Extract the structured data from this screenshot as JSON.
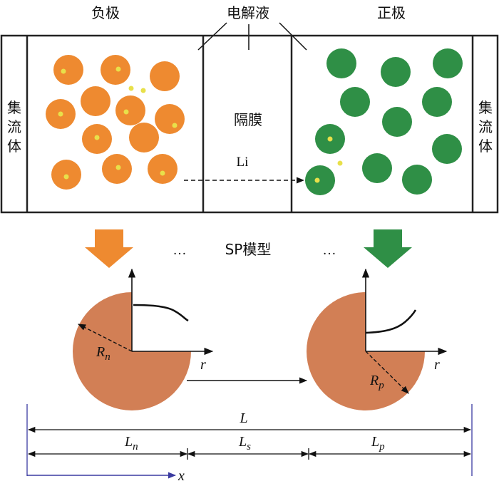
{
  "labels": {
    "negative_electrode": "负极",
    "electrolyte": "电解液",
    "positive_electrode": "正极",
    "current_collector": "集流体",
    "separator": "隔膜",
    "li": "Li",
    "sp_model": "SP模型",
    "ellipsis": "…"
  },
  "particle_labels": {
    "R": "R",
    "n": "n",
    "p": "p",
    "r": "r"
  },
  "dimensions": {
    "L": "L",
    "Ln_main": "L",
    "Ln_sub": "n",
    "Ls_main": "L",
    "Ls_sub": "s",
    "Lp_main": "L",
    "Lp_sub": "p",
    "x": "x"
  },
  "colors": {
    "negative_particle": "#ee8a30",
    "positive_particle": "#2f8f46",
    "lithium_dot": "#e8e04a",
    "sp_sphere": "#d27f55",
    "x_axis": "#3a3aa0"
  }
}
